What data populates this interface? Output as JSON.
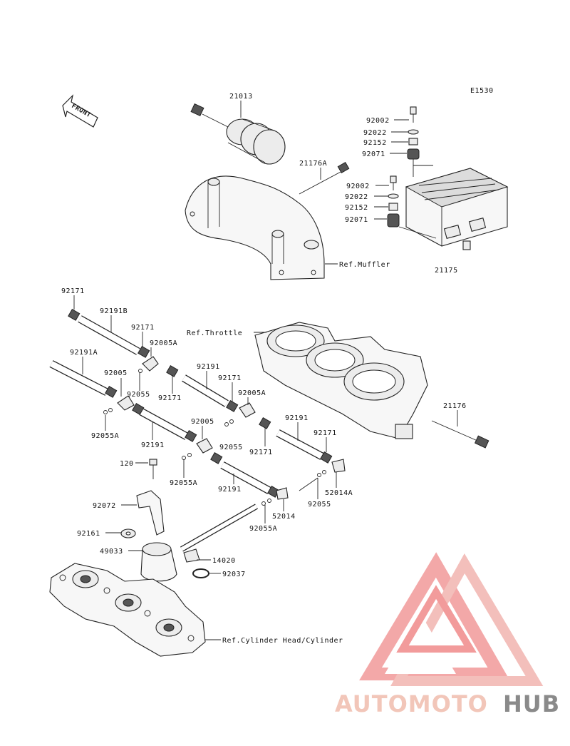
{
  "diagram_code": "E1530",
  "front_label": "FRONT",
  "refs": {
    "muffler": "Ref.Muffler",
    "throttle": "Ref.Throttle",
    "cylinder": "Ref.Cylinder Head/Cylinder"
  },
  "parts": {
    "p21013": "21013",
    "p21176A": "21176A",
    "p21175": "21175",
    "p21176": "21176",
    "p92002_a": "92002",
    "p92022_a": "92022",
    "p92152_a": "92152",
    "p92071_a": "92071",
    "p92002_b": "92002",
    "p92022_b": "92022",
    "p92152_b": "92152",
    "p92071_b": "92071",
    "p92171_a": "92171",
    "p92191B": "92191B",
    "p92171_b": "92171",
    "p92005A_a": "92005A",
    "p92191A": "92191A",
    "p92005_a": "92005",
    "p92055_a": "92055",
    "p92171_c": "92171",
    "p92191_a": "92191",
    "p92171_d": "92171",
    "p92005A_b": "92005A",
    "p92055A_a": "92055A",
    "p92191_b": "92191",
    "p92005_b": "92005",
    "p92055_b": "92055",
    "p92171_e": "92171",
    "p92191_c": "92191",
    "p92171_f": "92171",
    "p120": "120",
    "p92055A_b": "92055A",
    "p92191_d": "92191",
    "p52014A": "52014A",
    "p92055_c": "92055",
    "p52014": "52014",
    "p92055A_c": "92055A",
    "p92072": "92072",
    "p92161": "92161",
    "p49033": "49033",
    "p14020": "14020",
    "p92037": "92037"
  },
  "watermark": {
    "part1": "AUTOMOTO",
    "part2": "HUB",
    "color_light": "#f2c6b9",
    "color_accent": "#f08a8a",
    "color_dark": "#8a8a8a"
  }
}
